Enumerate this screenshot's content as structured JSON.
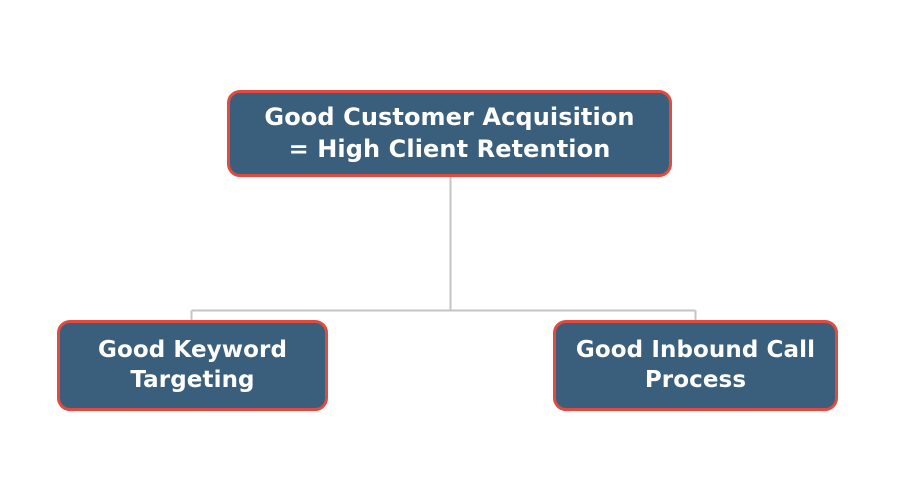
{
  "diagram": {
    "type": "hierarchy-tree",
    "background_color": "#ffffff",
    "node_fill_color": "#3a5f7d",
    "node_border_color": "#e04a3f",
    "node_text_color": "#ffffff",
    "connector_color": "#c4c4c4",
    "root": {
      "id": "root",
      "label": "Good Customer Acquisition\n= High Client Retention",
      "line1": "Good Customer Acquisition",
      "line2": "= High Client Retention"
    },
    "children": [
      {
        "id": "child-left",
        "label": "Good Keyword\nTargeting",
        "line1": "Good Keyword",
        "line2": "Targeting"
      },
      {
        "id": "child-right",
        "label": "Good Inbound Call\nProcess",
        "line1": "Good Inbound Call",
        "line2": "Process"
      }
    ]
  }
}
